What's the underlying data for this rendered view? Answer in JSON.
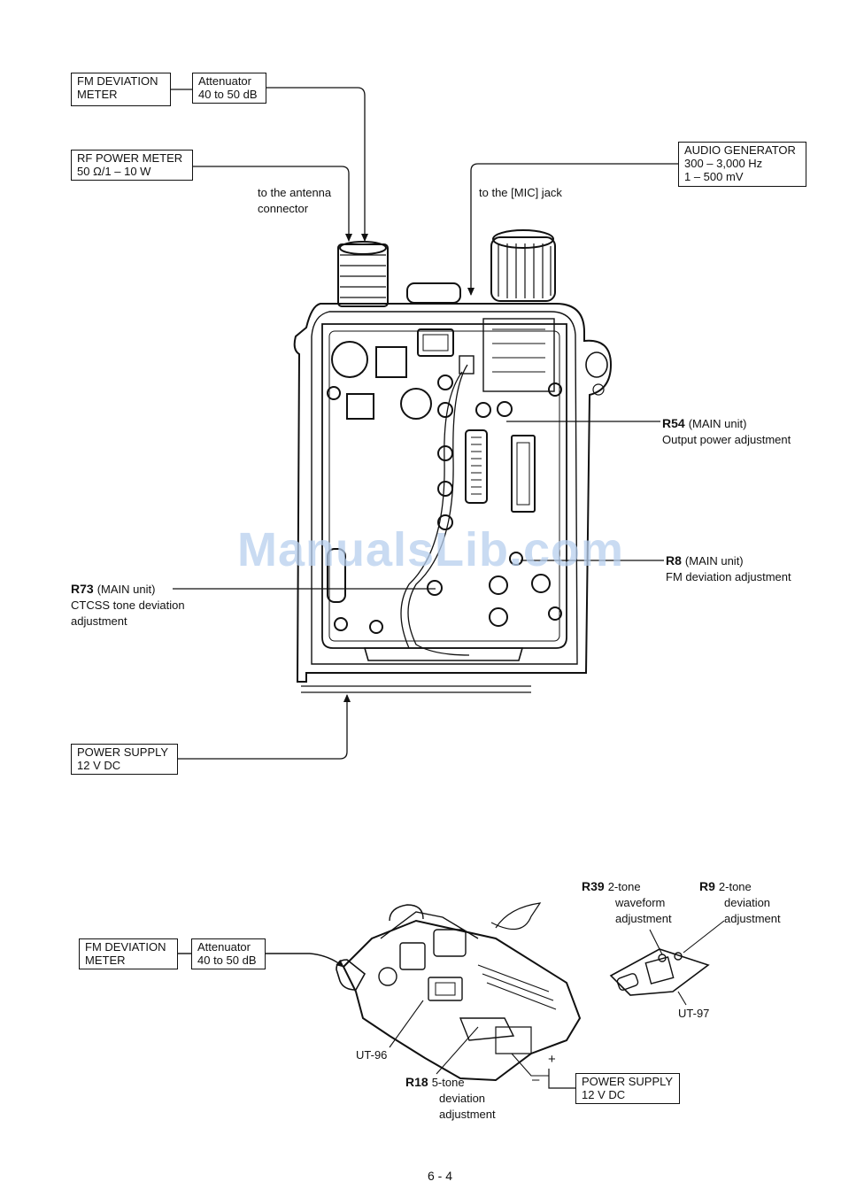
{
  "top_diagram": {
    "fm_deviation_meter": [
      "FM DEVIATION",
      "METER"
    ],
    "attenuator": [
      "Attenuator",
      "40 to 50 dB"
    ],
    "rf_power_meter": [
      "RF POWER METER",
      "50 Ω/1 – 10 W"
    ],
    "audio_generator": [
      "AUDIO GENERATOR",
      "300 – 3,000 Hz",
      "1 – 500 mV"
    ],
    "antenna_label": [
      "to the antenna",
      "connector"
    ],
    "mic_label": "to the [MIC] jack",
    "power_supply": [
      "POWER SUPPLY",
      "12 V DC"
    ],
    "r54": {
      "ref": "R54",
      "unit": "(MAIN unit)",
      "desc": "Output power adjustment"
    },
    "r8": {
      "ref": "R8",
      "unit": "(MAIN unit)",
      "desc": "FM deviation adjustment"
    },
    "r73": {
      "ref": "R73",
      "unit": "(MAIN unit)",
      "desc1": "CTCSS tone deviation",
      "desc2": "adjustment"
    }
  },
  "bottom_diagram": {
    "fm_deviation_meter": [
      "FM DEVIATION",
      "METER"
    ],
    "attenuator": [
      "Attenuator",
      "40 to 50 dB"
    ],
    "r39": {
      "ref": "R39",
      "line1": "2-tone",
      "line2": "waveform",
      "line3": "adjustment"
    },
    "r9": {
      "ref": "R9",
      "line1": "2-tone",
      "line2": "deviation",
      "line3": "adjustment"
    },
    "ut97": "UT-97",
    "ut96": "UT-96",
    "r18": {
      "ref": "R18",
      "line1": "5-tone",
      "line2": "deviation",
      "line3": "adjustment"
    },
    "plus": "+",
    "minus": "–",
    "power_supply": [
      "POWER SUPPLY",
      "12 V DC"
    ]
  },
  "watermark": "ManualsLib.com",
  "page_number": "6 - 4"
}
